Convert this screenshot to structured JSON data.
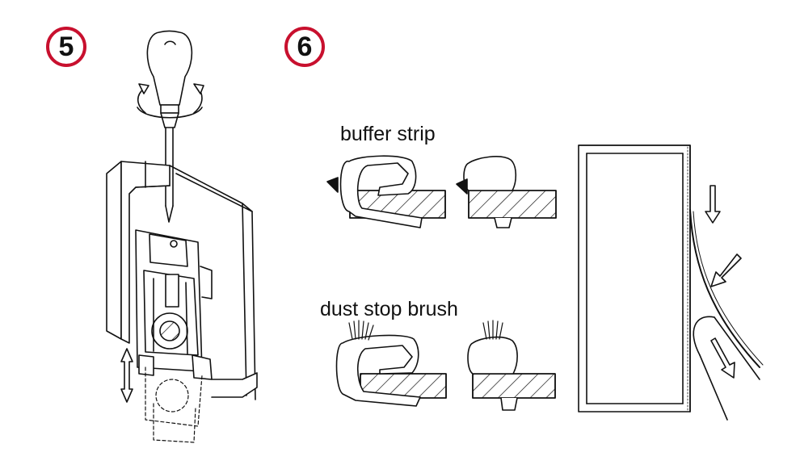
{
  "steps": [
    {
      "number": "5"
    },
    {
      "number": "6"
    }
  ],
  "labels": {
    "buffer_strip": "buffer strip",
    "dust_stop_brush": "dust stop brush"
  },
  "colors": {
    "badge_ring": "#c8102e",
    "line": "#111111",
    "background": "#ffffff"
  },
  "icons": [
    "screwdriver-icon",
    "rotate-arrows-icon",
    "up-down-arrow-icon",
    "down-arrow-icon"
  ]
}
